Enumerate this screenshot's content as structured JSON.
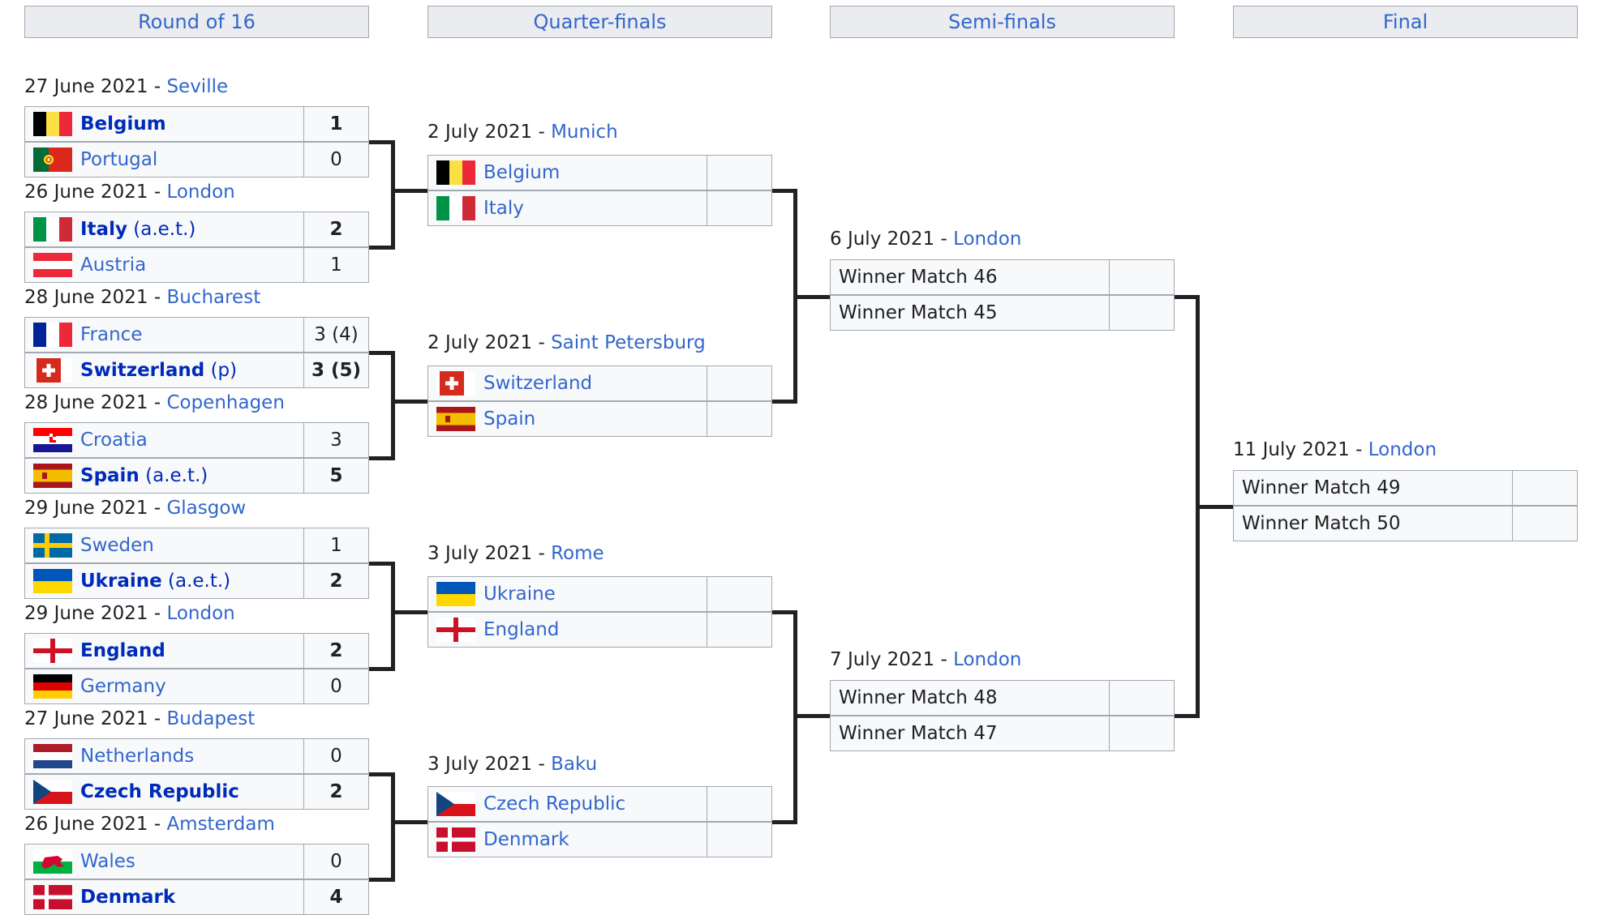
{
  "rounds": [
    "Round of 16",
    "Quarter-finals",
    "Semi-finals",
    "Final"
  ],
  "separator": " - ",
  "round_of_16": [
    {
      "date": "27 June 2021",
      "venue": "Seville",
      "teams": [
        {
          "name": "Belgium",
          "flag": "belgium-flag",
          "score": "1",
          "winner": true
        },
        {
          "name": "Portugal",
          "flag": "portugal-flag",
          "score": "0",
          "winner": false
        }
      ]
    },
    {
      "date": "26 June 2021",
      "venue": "London",
      "teams": [
        {
          "name": "Italy",
          "note": "(a.e.t.)",
          "flag": "italy-flag",
          "score": "2",
          "winner": true
        },
        {
          "name": "Austria",
          "flag": "austria-flag",
          "score": "1",
          "winner": false
        }
      ]
    },
    {
      "date": "28 June 2021",
      "venue": "Bucharest",
      "teams": [
        {
          "name": "France",
          "flag": "france-flag",
          "score": "3 (4)",
          "winner": false
        },
        {
          "name": "Switzerland",
          "note": "(p)",
          "flag": "switzerland-flag",
          "score": "3 (5)",
          "winner": true
        }
      ]
    },
    {
      "date": "28 June 2021",
      "venue": "Copenhagen",
      "teams": [
        {
          "name": "Croatia",
          "flag": "croatia-flag",
          "score": "3",
          "winner": false
        },
        {
          "name": "Spain",
          "note": "(a.e.t.)",
          "flag": "spain-flag",
          "score": "5",
          "winner": true
        }
      ]
    },
    {
      "date": "29 June 2021",
      "venue": "Glasgow",
      "teams": [
        {
          "name": "Sweden",
          "flag": "sweden-flag",
          "score": "1",
          "winner": false
        },
        {
          "name": "Ukraine",
          "note": "(a.e.t.)",
          "flag": "ukraine-flag",
          "score": "2",
          "winner": true
        }
      ]
    },
    {
      "date": "29 June 2021",
      "venue": "London",
      "teams": [
        {
          "name": "England",
          "flag": "england-flag",
          "score": "2",
          "winner": true
        },
        {
          "name": "Germany",
          "flag": "germany-flag",
          "score": "0",
          "winner": false
        }
      ]
    },
    {
      "date": "27 June 2021",
      "venue": "Budapest",
      "teams": [
        {
          "name": "Netherlands",
          "flag": "netherlands-flag",
          "score": "0",
          "winner": false
        },
        {
          "name": "Czech Republic",
          "flag": "czech-republic-flag",
          "score": "2",
          "winner": true
        }
      ]
    },
    {
      "date": "26 June 2021",
      "venue": "Amsterdam",
      "teams": [
        {
          "name": "Wales",
          "flag": "wales-flag",
          "score": "0",
          "winner": false
        },
        {
          "name": "Denmark",
          "flag": "denmark-flag",
          "score": "4",
          "winner": true
        }
      ]
    }
  ],
  "quarter_finals": [
    {
      "date": "2 July 2021",
      "venue": "Munich",
      "teams": [
        {
          "name": "Belgium",
          "flag": "belgium-flag",
          "score": ""
        },
        {
          "name": "Italy",
          "flag": "italy-flag",
          "score": ""
        }
      ]
    },
    {
      "date": "2 July 2021",
      "venue": "Saint Petersburg",
      "teams": [
        {
          "name": "Switzerland",
          "flag": "switzerland-flag",
          "score": ""
        },
        {
          "name": "Spain",
          "flag": "spain-flag",
          "score": ""
        }
      ]
    },
    {
      "date": "3 July 2021",
      "venue": "Rome",
      "teams": [
        {
          "name": "Ukraine",
          "flag": "ukraine-flag",
          "score": ""
        },
        {
          "name": "England",
          "flag": "england-flag",
          "score": ""
        }
      ]
    },
    {
      "date": "3 July 2021",
      "venue": "Baku",
      "teams": [
        {
          "name": "Czech Republic",
          "flag": "czech-republic-flag",
          "score": ""
        },
        {
          "name": "Denmark",
          "flag": "denmark-flag",
          "score": ""
        }
      ]
    }
  ],
  "semi_finals": [
    {
      "date": "6 July 2021",
      "venue": "London",
      "teams": [
        {
          "name": "Winner Match 46",
          "score": ""
        },
        {
          "name": "Winner Match 45",
          "score": ""
        }
      ]
    },
    {
      "date": "7 July 2021",
      "venue": "London",
      "teams": [
        {
          "name": "Winner Match 48",
          "score": ""
        },
        {
          "name": "Winner Match 47",
          "score": ""
        }
      ]
    }
  ],
  "final": [
    {
      "date": "11 July 2021",
      "venue": "London",
      "teams": [
        {
          "name": "Winner Match 49",
          "score": ""
        },
        {
          "name": "Winner Match 50",
          "score": ""
        }
      ]
    }
  ],
  "colors": {
    "link": "#3366cc",
    "winner": "#002bb8",
    "border": "#a2a9b1",
    "cell_bg": "#f8f9fa",
    "header_bg": "#eaecf0",
    "line": "#202122"
  }
}
